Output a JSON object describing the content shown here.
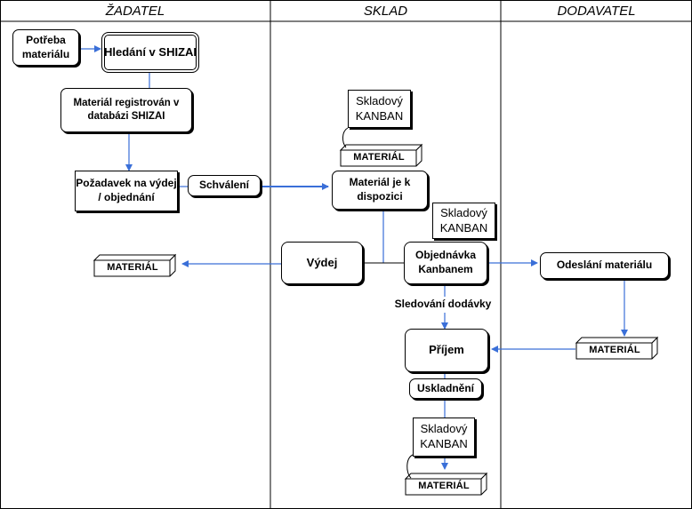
{
  "lanes": {
    "zadatel": "ŽADATEL",
    "sklad": "SKLAD",
    "dodavatel": "DODAVATEL"
  },
  "nodes": {
    "potreba": "Potřeba materiálu",
    "hledani": "Hledání v SHIZAI",
    "registrovan": "Materiál registrován v databázi SHIZAI",
    "pozadavek": "Požadavek na výdej / objednání",
    "schvaleni": "Schválení",
    "kanban_top": "Skladový KANBAN",
    "material_top": "MATERIÁL",
    "k_dispozici": "Materiál je k dispozici",
    "kanban_mid": "Skladový KANBAN",
    "vydej": "Výdej",
    "material_left": "MATERIÁL",
    "objednavka": "Objednávka Kanbanem",
    "odeslani": "Odeslání materiálu",
    "sledovani": "Sledování dodávky",
    "prijem": "Příjem",
    "material_right": "MATERIÁL",
    "uskladneni": "Uskladnění",
    "kanban_bottom": "Skladový KANBAN",
    "material_bottom": "MATERIÁL"
  },
  "colors": {
    "arrow": "#3a6fd8",
    "line": "#000000"
  }
}
